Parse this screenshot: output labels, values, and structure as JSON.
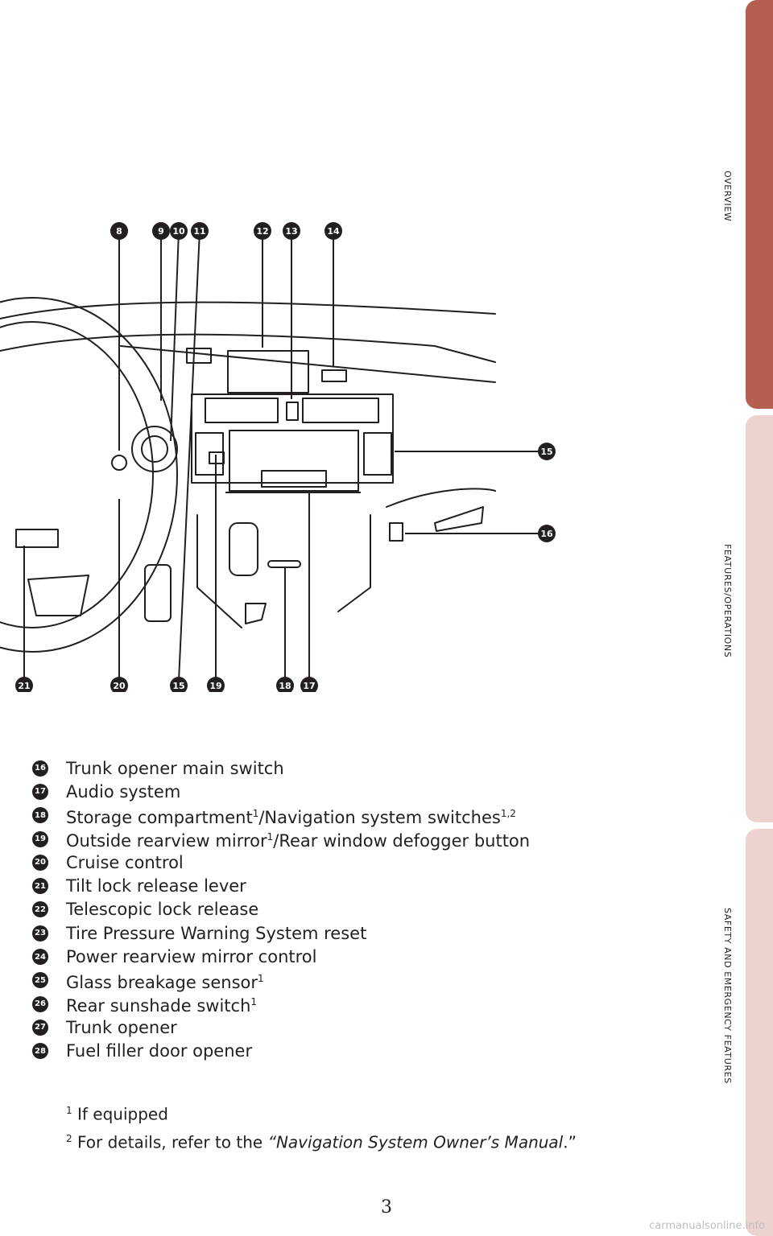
{
  "side_tabs": [
    {
      "label": "OVERVIEW",
      "active": true
    },
    {
      "label": "FEATURES/OPERATIONS",
      "active": false
    },
    {
      "label": "SAFETY AND EMERGENCY FEATURES",
      "active": false
    }
  ],
  "colors": {
    "active_tab": "#b5604f",
    "inactive_tab": "#ecd3cf",
    "ink": "#231f20"
  },
  "figure": {
    "top_callouts": [
      "8",
      "9",
      "10",
      "11",
      "12",
      "13",
      "14"
    ],
    "right_callouts": [
      "15",
      "16"
    ],
    "bottom_callouts": [
      "21",
      "20",
      "15",
      "19",
      "18",
      "17"
    ]
  },
  "legend": [
    {
      "num": "16",
      "text": "Trunk opener main switch",
      "sup": ""
    },
    {
      "num": "17",
      "text": "Audio system",
      "sup": ""
    },
    {
      "num": "18",
      "text": "Storage compartment",
      "sup": "1",
      "text2": "/Navigation system switches",
      "sup2": "1,2"
    },
    {
      "num": "19",
      "text": "Outside rearview mirror",
      "sup": "1",
      "text2": "/Rear window defogger button",
      "sup2": ""
    },
    {
      "num": "20",
      "text": "Cruise control",
      "sup": ""
    },
    {
      "num": "21",
      "text": "Tilt lock release lever",
      "sup": ""
    },
    {
      "num": "22",
      "text": "Telescopic lock release",
      "sup": ""
    },
    {
      "num": "23",
      "text": "Tire Pressure Warning System reset",
      "sup": ""
    },
    {
      "num": "24",
      "text": "Power rearview mirror control",
      "sup": ""
    },
    {
      "num": "25",
      "text": "Glass breakage sensor",
      "sup": "1"
    },
    {
      "num": "26",
      "text": "Rear sunshade switch",
      "sup": "1"
    },
    {
      "num": "27",
      "text": "Trunk opener",
      "sup": ""
    },
    {
      "num": "28",
      "text": "Fuel filler door opener",
      "sup": ""
    }
  ],
  "footnotes": {
    "n1_mark": "1",
    "n1_text": "If equipped",
    "n2_mark": "2",
    "n2_prefix": "For details, refer to the ",
    "n2_italic": "“Navigation System Owner’s Manual",
    "n2_suffix": ".”"
  },
  "page_number": "3",
  "watermark": "carmanualsonline.info"
}
